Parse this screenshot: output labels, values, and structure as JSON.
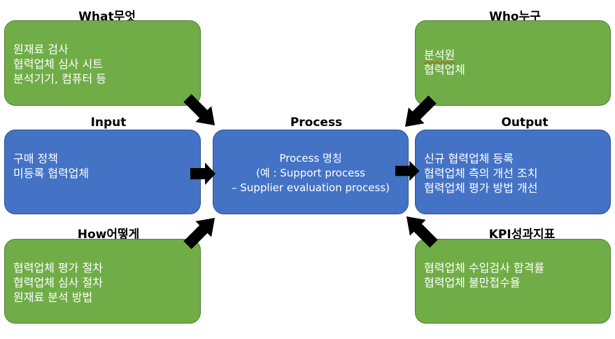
{
  "what": {
    "title": "What무엇",
    "lines": [
      "원재료 검사",
      "협력업체 심사 시트",
      "분석기기, 컴퓨터 등"
    ]
  },
  "who": {
    "title": "Who누구",
    "lines": [
      "분석원",
      "협력업체"
    ]
  },
  "input": {
    "title": "Input",
    "lines": [
      "구매 정책",
      "미등록 협력업체"
    ]
  },
  "process": {
    "title": "Process",
    "lines": [
      "Process 명칭",
      "(예 : Support process",
      "– Supplier evaluation process)"
    ]
  },
  "output": {
    "title": "Output",
    "lines": [
      "신규 협력업체 등록",
      "협력업체 측의 개선 조치",
      "협력업체 평가 방법 개선"
    ]
  },
  "how": {
    "title": "How어떻게",
    "lines": [
      "협력업체 평가 절차",
      "협력업체 심사 절차",
      "원재료 분석 방법"
    ]
  },
  "kpi": {
    "title": "KPI성과지표",
    "lines": [
      "협력업체 수입검사 합격률",
      "협력업체 불만접수율"
    ]
  },
  "colors": {
    "green": "#70ad47",
    "blue": "#4472c4",
    "arrow": "#000000"
  }
}
